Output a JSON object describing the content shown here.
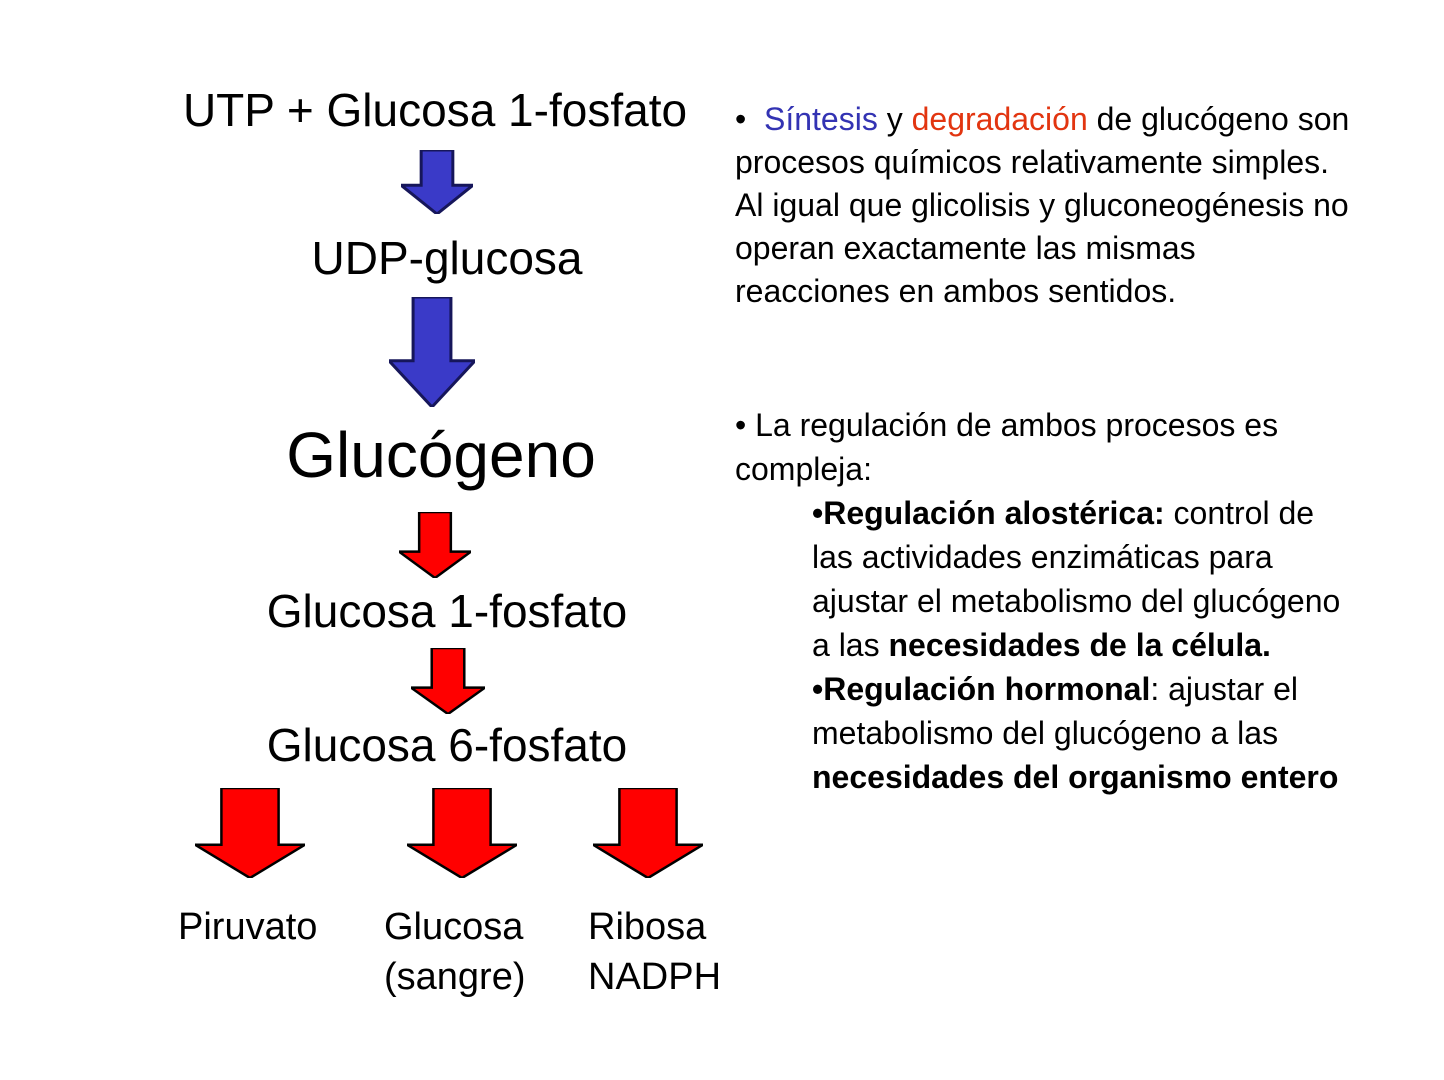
{
  "slide": {
    "background": "#FFFFFF",
    "language": "es"
  },
  "diagram": {
    "nodes": {
      "utp": {
        "label": "UTP + Glucosa 1-fosfato"
      },
      "udp": {
        "label": "UDP-glucosa"
      },
      "glycogen": {
        "label": "Glucógeno"
      },
      "g1p": {
        "label": "Glucosa 1-fosfato"
      },
      "g6p": {
        "label": "Glucosa 6-fosfato"
      },
      "pyruvate": {
        "label": "Piruvato"
      },
      "glucose_blood": {
        "line1": "Glucosa",
        "line2": "(sangre)"
      },
      "ribose": {
        "line1": "Ribosa",
        "line2": "NADPH"
      }
    },
    "arrows": {
      "synthesis_direction": "down",
      "degradation_direction": "down"
    },
    "colors": {
      "synthesis_fill": "#3A3AC8",
      "synthesis_stroke": "#16165A",
      "degradation_fill": "#FF0000",
      "degradation_stroke": "#000000"
    }
  },
  "notes": {
    "b1_l1_bullet": "•  ",
    "b1_l1_blue": "Síntesis",
    "b1_l1_mid": " y ",
    "b1_l1_red": "degradación",
    "b1_l1_rest": " de glucógeno son",
    "b1_l2": "procesos químicos relativamente simples.",
    "b1_l3": "Al igual que glicolisis y gluconeogénesis no",
    "b1_l4": "operan exactamente las mismas",
    "b1_l5": "reacciones en ambos sentidos.",
    "b2_l1": "• La regulación de ambos procesos es",
    "b2_l2": "compleja:",
    "s1_bold": "•Regulación alostérica:",
    "s1_rest": " control de",
    "s2": "las actividades enzimáticas para",
    "s3": "ajustar el metabolismo del glucógeno",
    "s4_pre": "a las ",
    "s4_bold": "necesidades de la célula.",
    "s5_bold": "•Regulación hormonal",
    "s5_rest": ": ajustar el",
    "s6": "metabolismo del glucógeno a las",
    "s7_bold": "necesidades del organismo entero"
  },
  "text_colors": {
    "synthesis_word": "#3333B3",
    "degradation_word": "#E23510",
    "body": "#000000"
  }
}
